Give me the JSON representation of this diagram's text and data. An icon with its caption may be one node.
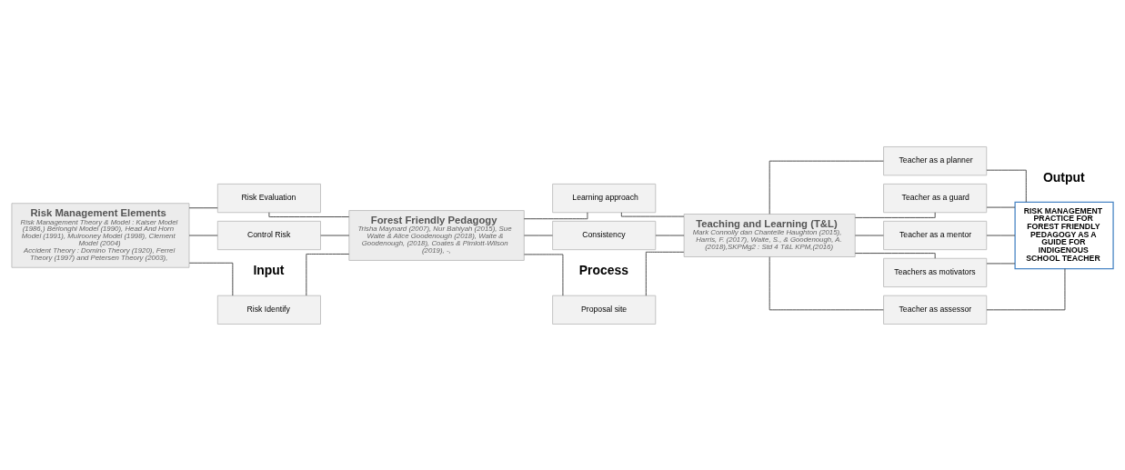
{
  "diagram": {
    "nodes": [
      {
        "text": [
          "Risk Management Elements",
          "Risk Management Theory & Model : Kaiser Model (1986,) Berlonghi Model (1990), Head And Horn Model (1991), Mulrooney Model (1998), Clement Model (2004)",
          "Accident Theory : Domino Theory (1920), Ferrel Theory (1997) and Petersen Theory (2003),"
        ]
      },
      {
        "text": [
          "Risk Identify"
        ]
      },
      {
        "text": [
          "Risk Evaluation"
        ]
      },
      {
        "text": [
          "Control Risk"
        ]
      },
      {
        "text": [
          "Forest Friendly Pedagogy",
          "Trisha Maynard (2007), Nur Bahiyah (2015), Sue Waite & Alice Goodenough (2018), Waite & Goodenough, (2018), Coates & Pimlott-Wilson (2019), -,"
        ]
      },
      {
        "text": [
          "Learning approach"
        ]
      },
      {
        "text": [
          "Proposal site"
        ]
      },
      {
        "text": [
          "Consistency"
        ]
      },
      {
        "text": [
          "Teaching and Learning (T&L)",
          "Mark Connolly dan Chantelle Haughton (2015), Harris, F. (2017), Waite, S., & Goodenough, A. (2018),SKPMg2 : Std 4 T&L KPM,(2016)"
        ]
      },
      {
        "text": [
          "Teacher as a planner"
        ]
      },
      {
        "text": [
          "Teacher as a guard"
        ]
      },
      {
        "text": [
          "Teacher as a mentor"
        ]
      },
      {
        "text": [
          "Teachers as motivators"
        ]
      },
      {
        "text": [
          "Teacher as assessor"
        ]
      },
      {
        "text": [
          "RISK MANAGEMENT PRACTICE FOR FOREST FRIENDLY PEDAGOGY AS A GUIDE FOR INDIGENOUS SCHOOL TEACHER"
        ]
      }
    ],
    "edges": [
      {
        "from": 0,
        "to": 1,
        "arrow": "none"
      },
      {
        "from": 0,
        "to": 2,
        "arrow": "none"
      },
      {
        "from": 0,
        "to": 3,
        "arrow": "none"
      },
      {
        "from": 1,
        "to": 4,
        "arrow": "none"
      },
      {
        "from": 2,
        "to": 4,
        "arrow": "none"
      },
      {
        "from": 3,
        "to": 4,
        "arrow": "none"
      },
      {
        "from": 4,
        "to": 5,
        "arrow": "none"
      },
      {
        "from": 4,
        "to": 6,
        "arrow": "none"
      },
      {
        "from": 4,
        "to": 7,
        "arrow": "none"
      },
      {
        "from": 5,
        "to": 8,
        "arrow": "none"
      },
      {
        "from": 6,
        "to": 8,
        "arrow": "none"
      },
      {
        "from": 7,
        "to": 8,
        "arrow": "none"
      },
      {
        "from": 8,
        "to": 9,
        "arrow": "none"
      },
      {
        "from": 8,
        "to": 10,
        "arrow": "none"
      },
      {
        "from": 8,
        "to": 11,
        "arrow": "none"
      },
      {
        "from": 8,
        "to": 12,
        "arrow": "none"
      },
      {
        "from": 8,
        "to": 13,
        "arrow": "none"
      },
      {
        "from": 9,
        "to": 14,
        "arrow": "none"
      },
      {
        "from": 10,
        "to": 14,
        "arrow": "none"
      },
      {
        "from": 11,
        "to": 14,
        "arrow": "none"
      },
      {
        "from": 12,
        "to": 14,
        "arrow": "none"
      },
      {
        "from": 13,
        "to": 14,
        "arrow": "none"
      }
    ],
    "labels": [
      "Input",
      "Process",
      "Output"
    ]
  }
}
